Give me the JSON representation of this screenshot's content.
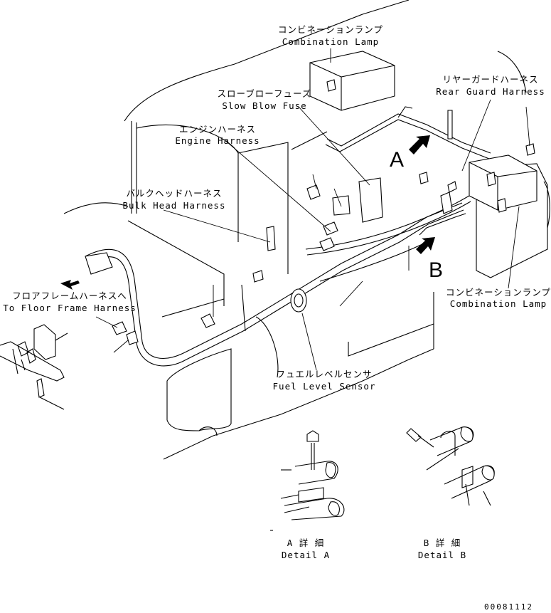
{
  "labels": {
    "combination_lamp_top_jp": "コンビネーションランプ",
    "combination_lamp_top_en": "Combination Lamp",
    "slow_blow_fuse_jp": "スローブローフューズ",
    "slow_blow_fuse_en": "Slow Blow Fuse",
    "engine_harness_jp": "エンジンハーネス",
    "engine_harness_en": "Engine Harness",
    "bulk_head_harness_jp": "バルクヘッドハーネス",
    "bulk_head_harness_en": "Bulk Head Harness",
    "rear_guard_harness_jp": "リヤーガードハーネス",
    "rear_guard_harness_en": "Rear Guard Harness",
    "floor_frame_harness_jp": "フロアフレームハーネスへ",
    "floor_frame_harness_en": "To Floor Frame Harness",
    "combination_lamp_right_jp": "コンビネーションランプ",
    "combination_lamp_right_en": "Combination Lamp",
    "fuel_level_sensor_jp": "フュエルレベルセンサ",
    "fuel_level_sensor_en": "Fuel Level Sensor",
    "detail_a_jp": "A 詳 細",
    "detail_a_en": "Detail A",
    "detail_b_jp": "B 詳 細",
    "detail_b_en": "Detail B"
  },
  "markers": {
    "a": "A",
    "b": "B"
  },
  "drawing_code": "00081112"
}
